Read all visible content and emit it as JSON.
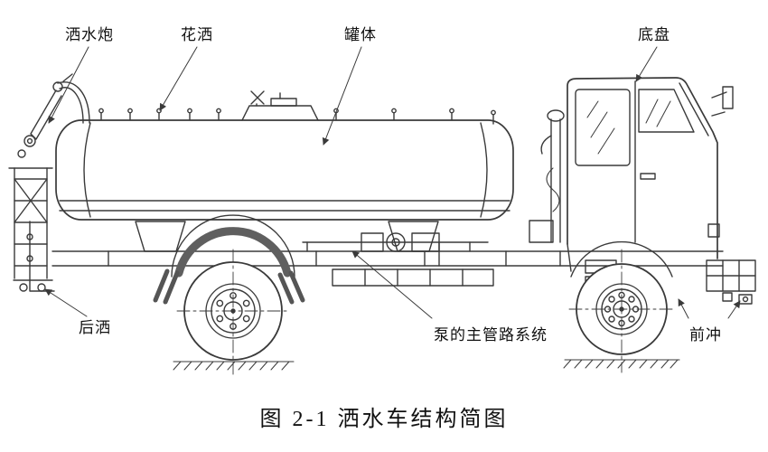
{
  "figure": {
    "caption": "图 2-1 洒水车结构简图"
  },
  "labels": {
    "water_cannon": "洒水炮",
    "sprinkler_head": "花洒",
    "tank_body": "罐体",
    "chassis": "底盘",
    "rear_spray": "后洒",
    "pump_piping": "泵的主管路系统",
    "front_flush": "前冲"
  },
  "colors": {
    "diagram_line": "#3a3a3a",
    "fender_fill": "#5f5f5f",
    "background": "#ffffff",
    "text": "#111111"
  }
}
